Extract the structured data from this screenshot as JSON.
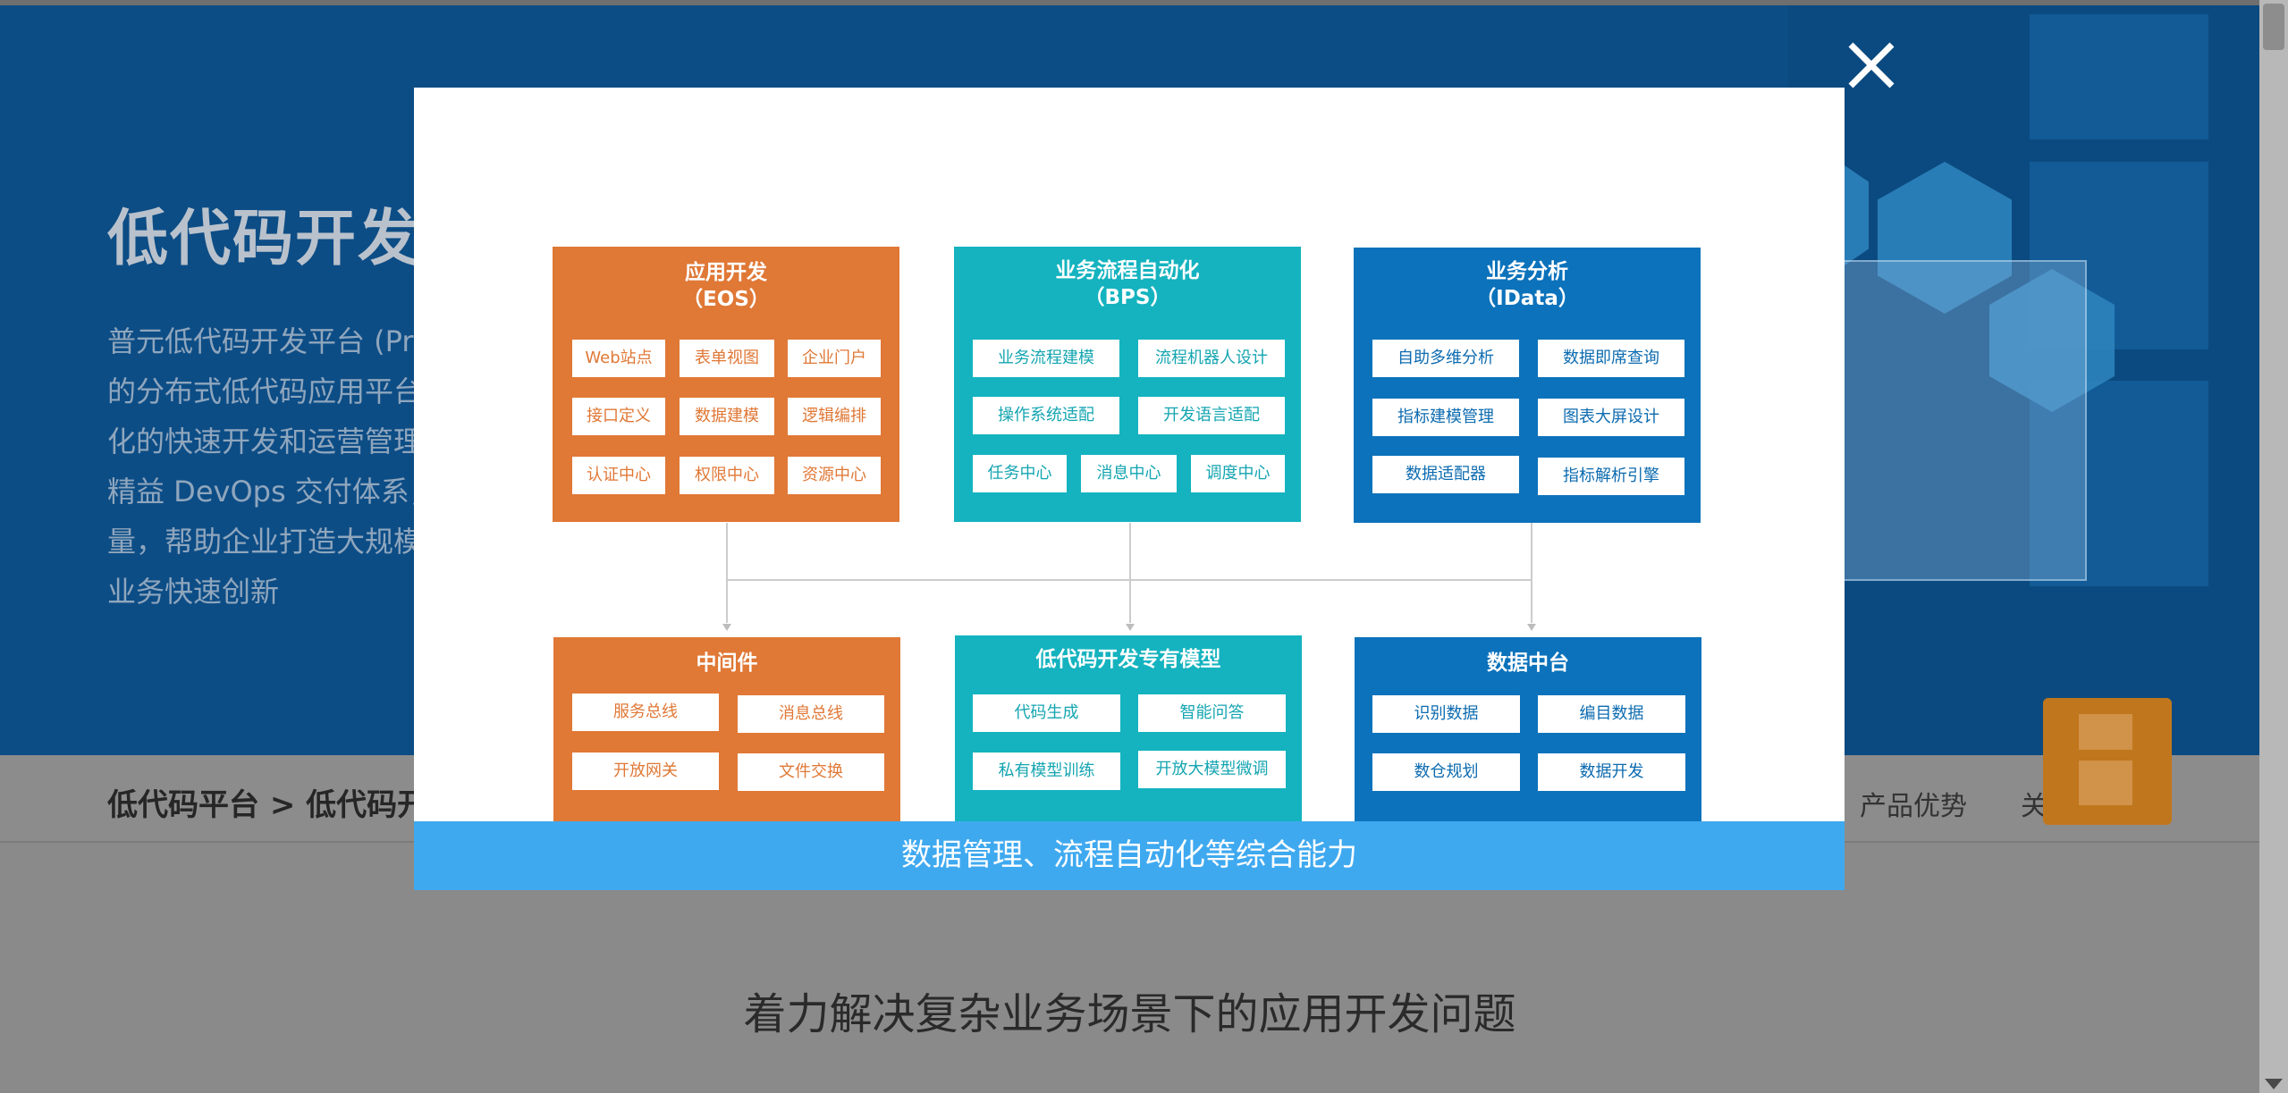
{
  "hero": {
    "title": "低代码开发平",
    "desc_lines": [
      "普元低代码开发平台 (Pr",
      "的分布式低代码应用平台",
      "化的快速开发和运营管理",
      "精益 DevOps 交付体系，",
      "量，帮助企业打造大规模",
      "业务快速创新"
    ]
  },
  "subnav": {
    "breadcrumb": "低代码平台 > 低代码开",
    "links": [
      "产品优势",
      "关"
    ]
  },
  "main": {
    "heading": "着力解决复杂业务场景下的应用开发问题"
  },
  "modal": {
    "close_icon": "close-icon",
    "caption": "数据管理、流程自动化等综合能力",
    "diagram": {
      "eos": {
        "title1": "应用开发",
        "title2": "（EOS）",
        "items": [
          "Web站点",
          "表单视图",
          "企业门户",
          "接口定义",
          "数据建模",
          "逻辑编排",
          "认证中心",
          "权限中心",
          "资源中心"
        ]
      },
      "bps": {
        "title1": "业务流程自动化",
        "title2": "（BPS）",
        "items": [
          "业务流程建模",
          "流程机器人设计",
          "操作系统适配",
          "开发语言适配",
          "任务中心",
          "消息中心",
          "调度中心"
        ]
      },
      "idata": {
        "title1": "业务分析",
        "title2": "（IData）",
        "items": [
          "自助多维分析",
          "数据即席查询",
          "指标建模管理",
          "图表大屏设计",
          "数据适配器",
          "指标解析引擎"
        ]
      },
      "middleware": {
        "title1": "中间件",
        "items": [
          "服务总线",
          "消息总线",
          "开放网关",
          "文件交换"
        ]
      },
      "model": {
        "title1": "低代码开发专有模型",
        "items": [
          "代码生成",
          "智能问答",
          "私有模型训练",
          "开放大模型微调"
        ]
      },
      "datahub": {
        "title1": "数据中台",
        "items": [
          "识别数据",
          "编目数据",
          "数仓规划",
          "数据开发"
        ]
      }
    }
  },
  "colors": {
    "orange": "#e07836",
    "teal": "#14b3bf",
    "blue": "#0c72bb",
    "caption": "#3fa9f0"
  }
}
